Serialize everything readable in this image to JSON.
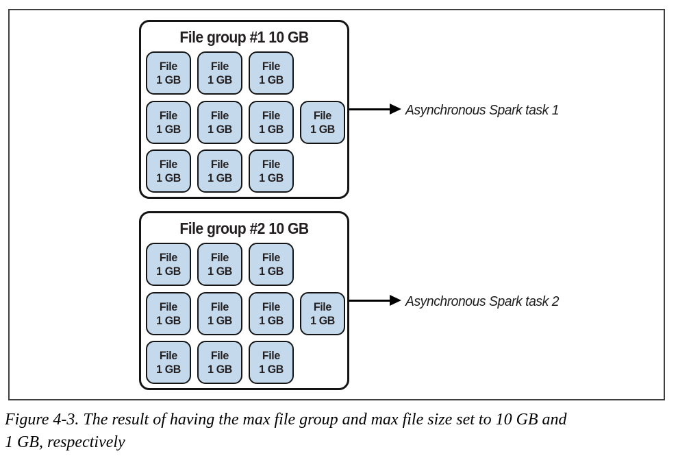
{
  "figure": {
    "groups": [
      {
        "title": "File group #1 10 GB",
        "arrow_label": "Asynchronous Spark task 1",
        "files": 10,
        "rows": [
          3,
          4,
          3
        ]
      },
      {
        "title": "File group #2 10 GB",
        "arrow_label": "Asynchronous Spark task 2",
        "files": 10,
        "rows": [
          3,
          4,
          3
        ]
      }
    ],
    "file_box": {
      "label": "File",
      "size": "1 GB"
    },
    "colors": {
      "file_fill": "#c4daec",
      "box_border": "#141414",
      "frame_border": "#3f3f3f",
      "arrow": "#000000",
      "text": "#231f20"
    }
  },
  "caption": {
    "line1": "Figure 4-3. The result of having the max file group and max file size set to 10 GB and",
    "line2": "1 GB, respectively"
  }
}
